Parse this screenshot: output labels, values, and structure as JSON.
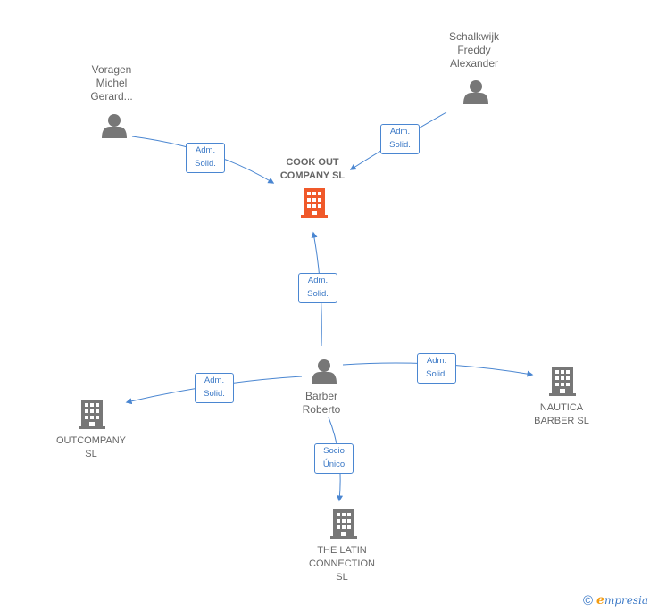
{
  "nodes": {
    "cook_out": {
      "label": "COOK OUT\nCOMPANY  SL",
      "type": "company",
      "focus": true,
      "color": "#f0592a"
    },
    "voragen": {
      "label": "Voragen\nMichel\nGerard...",
      "type": "person"
    },
    "schalkwijk": {
      "label": "Schalkwijk\nFreddy\nAlexander",
      "type": "person"
    },
    "barber": {
      "label": "Barber\nRoberto",
      "type": "person"
    },
    "outcompany": {
      "label": "OUTCOMPANY\nSL",
      "type": "company"
    },
    "nautica": {
      "label": "NAUTICA\nBARBER  SL",
      "type": "company"
    },
    "latin": {
      "label": "THE LATIN\nCONNECTION\nSL",
      "type": "company"
    }
  },
  "relations": {
    "voragen_cook": "Adm.\nSolid.",
    "schalkwijk_cook": "Adm.\nSolid.",
    "barber_cook": "Adm.\nSolid.",
    "barber_outcompany": "Adm.\nSolid.",
    "barber_nautica": "Adm.\nSolid.",
    "barber_latin": "Socio\nÚnico"
  },
  "colors": {
    "edge": "#4a86d1",
    "node_gray": "#777777",
    "focus_company": "#f0592a"
  },
  "footer": {
    "copyright_symbol": "©",
    "brand_initial": "e",
    "brand_rest": "mpresia"
  }
}
